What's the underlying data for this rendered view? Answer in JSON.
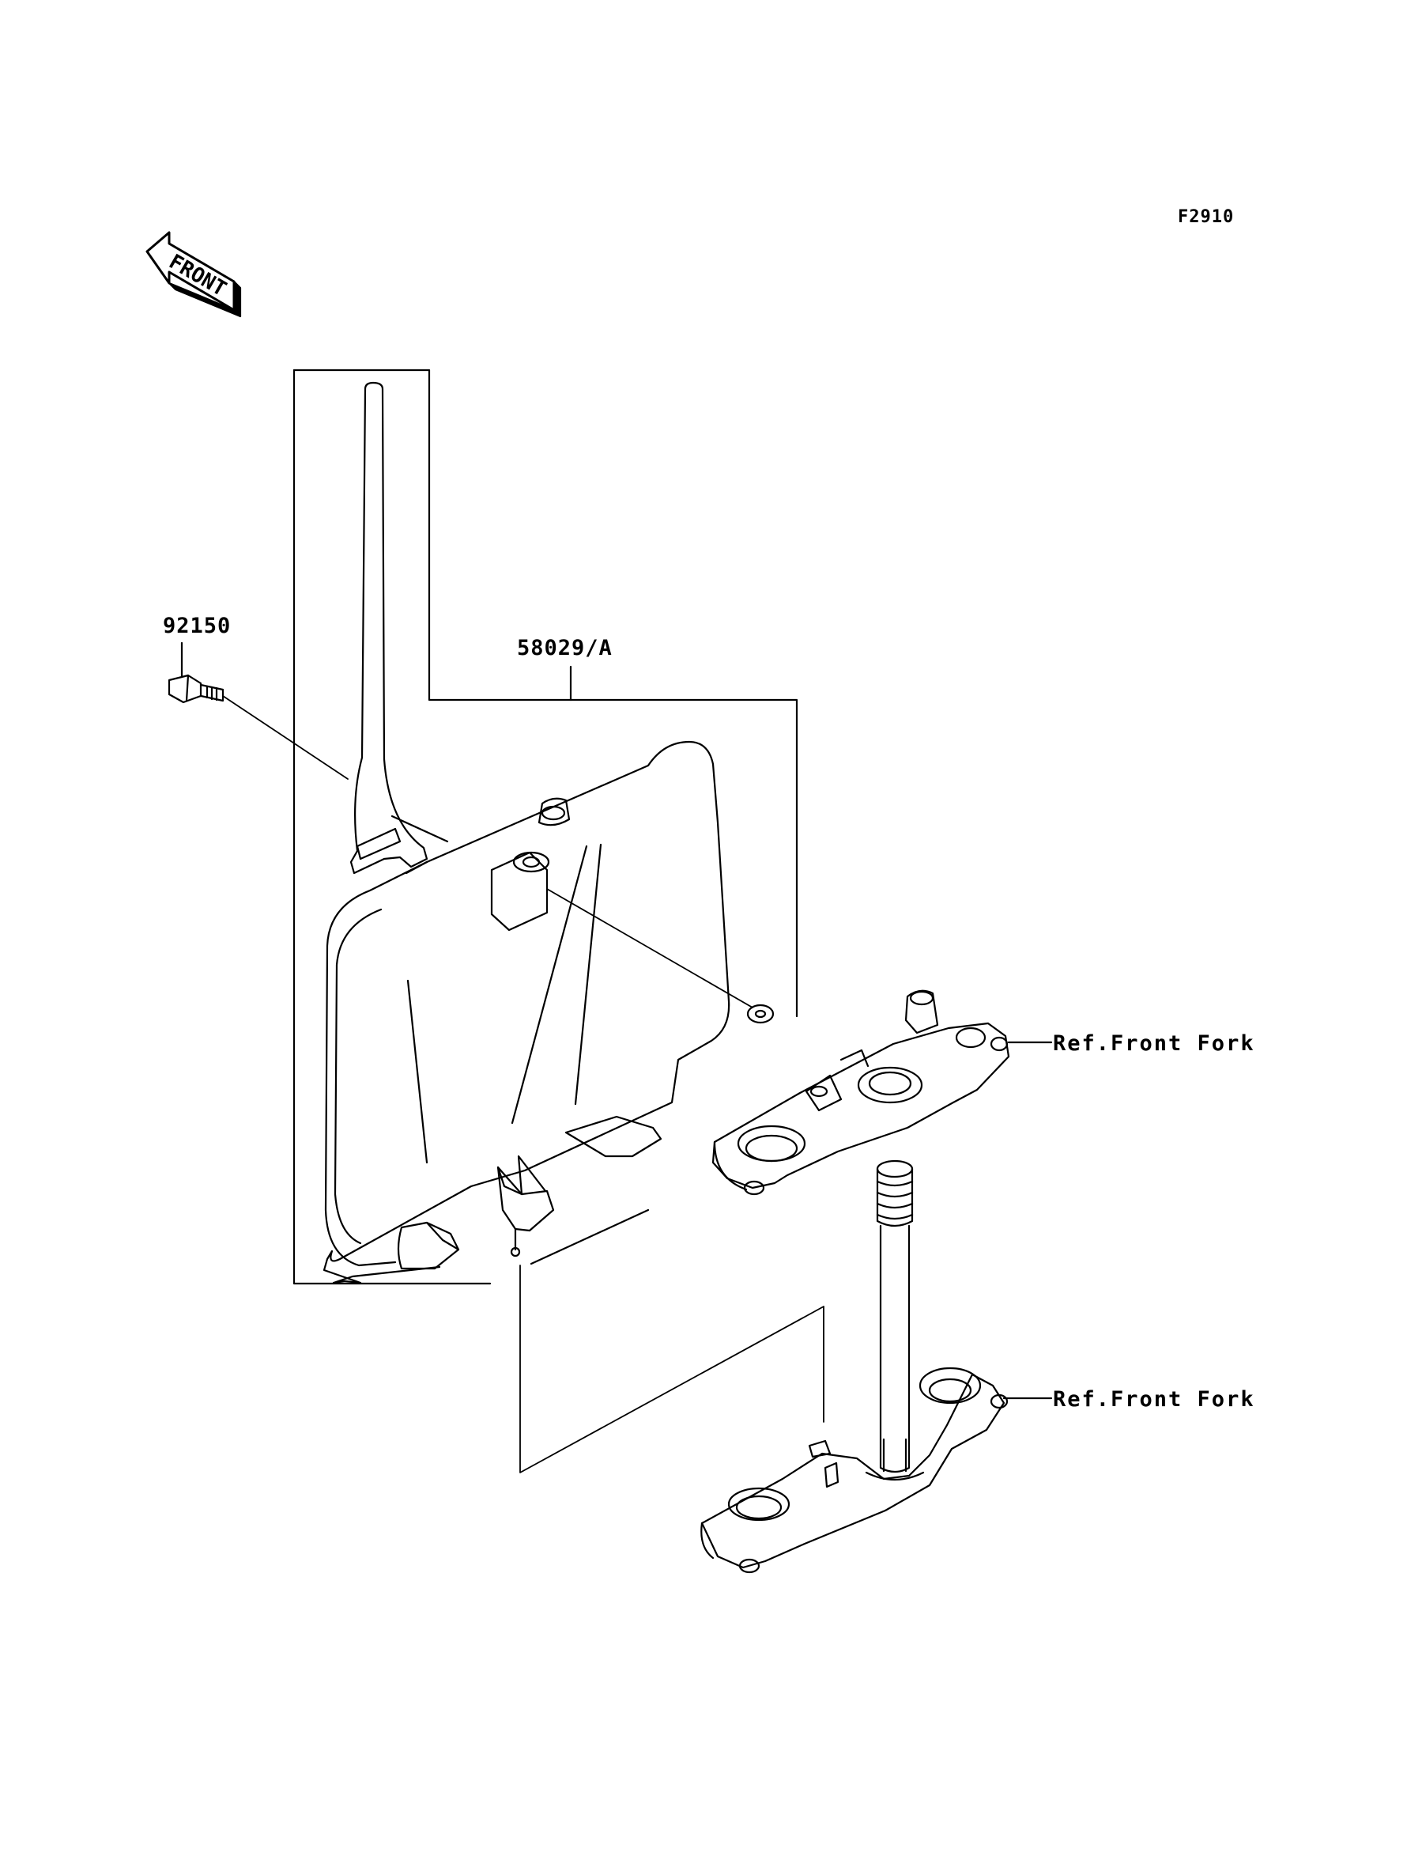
{
  "diagram_code": "F2910",
  "front_indicator": "FRONT",
  "parts": {
    "bolt": {
      "number": "92150"
    },
    "number_plate": {
      "number": "58029/A"
    }
  },
  "references": {
    "upper_bracket": "Ref.Front Fork",
    "lower_bracket": "Ref.Front Fork"
  },
  "icons": [
    "front-arrow-icon"
  ],
  "colors": {
    "line": "#000000",
    "background": "#ffffff"
  }
}
